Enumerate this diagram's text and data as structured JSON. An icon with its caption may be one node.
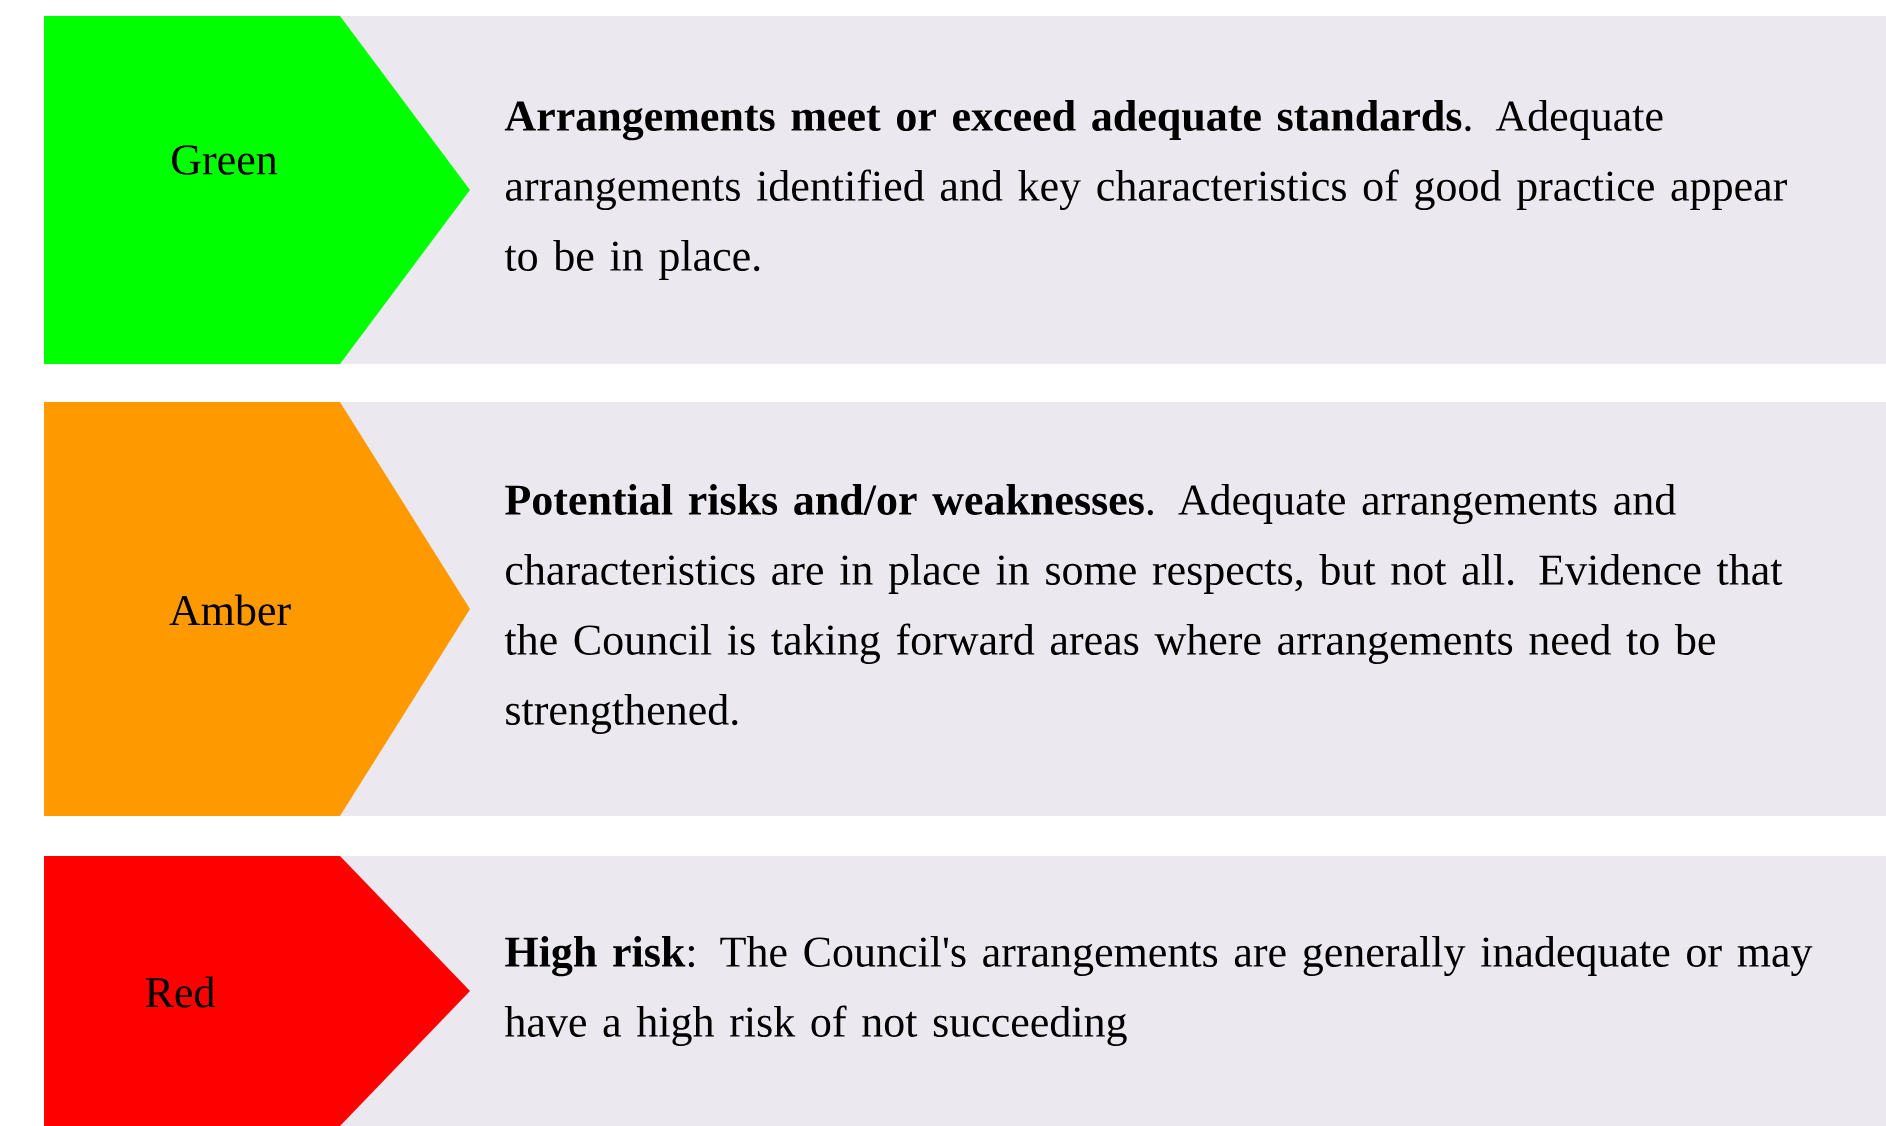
{
  "diagram": {
    "nodes": [
      {
        "text": [
          "Green"
        ]
      },
      {
        "text": [
          "**Arrangements meet or exceed adequate standards**. Adequate arrangements identified and key characteristics of good practice appear to be in place."
        ]
      },
      {
        "text": [
          "Amber"
        ]
      },
      {
        "text": [
          "**Potential risks and/or weaknesses**. Adequate arrangements and characteristics are in place in some respects, but not all. Evidence that the Council is taking forward areas where arrangements need to be strengthened."
        ]
      },
      {
        "text": [
          "Red"
        ]
      },
      {
        "text": [
          "**High risk**: The Council's arrangements are generally inadequate or may have a high risk of not succeeding"
        ]
      }
    ]
  }
}
